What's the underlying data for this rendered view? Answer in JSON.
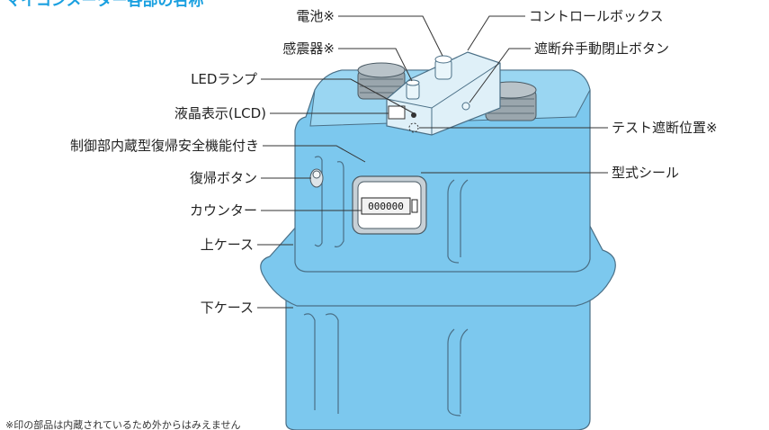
{
  "title": "マイコンメーター各部の名称",
  "labels": {
    "battery": "電池※",
    "seismic_sensor": "感震器※",
    "led_lamp": "LEDランプ",
    "lcd": "液晶表示(LCD)",
    "control_unit": "制御部内蔵型復帰安全機能付き",
    "reset_button": "復帰ボタン",
    "counter": "カウンター",
    "upper_case": "上ケース",
    "lower_case": "下ケース",
    "control_box": "コントロールボックス",
    "shutoff_button": "遮断弁手動閉止ボタン",
    "test_shutoff": "テスト遮断位置※",
    "model_seal": "型式シール"
  },
  "counter_digits": "000000",
  "footnote": "※印の部品は内蔵されているため外からはみえません",
  "colors": {
    "body": "#7cc8ee",
    "body_dark": "#5fb0dc",
    "outline": "#4a6f86",
    "box": "#dff0f8",
    "title": "#1aa0e0"
  }
}
